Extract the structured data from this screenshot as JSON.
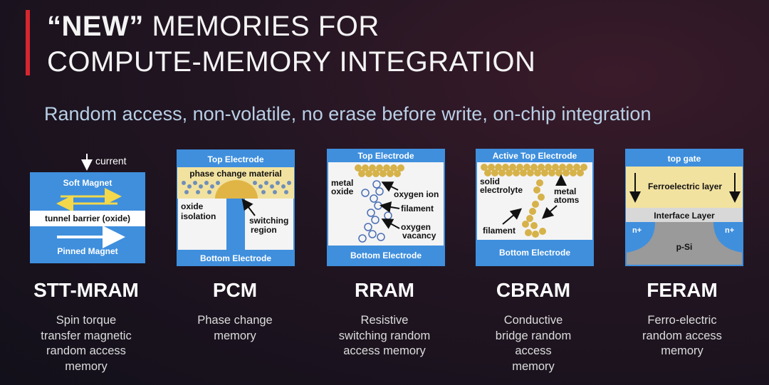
{
  "header": {
    "title_bold": "“NEW”",
    "title_line1_rest": " MEMORIES FOR",
    "title_line2": "COMPUTE-MEMORY INTEGRATION",
    "subtitle": "Random access, non-volatile, no erase before write, on-chip integration",
    "accent_color": "#d6262f"
  },
  "colors": {
    "electrode_blue": "#3f8fdd",
    "layer_yellow": "#f2e2a0",
    "atom_gold": "#d6b24a"
  },
  "memories": [
    {
      "name": "STT-MRAM",
      "description": [
        "Spin torque",
        "transfer magnetic",
        "random access",
        "memory"
      ],
      "labels": {
        "current": "current",
        "soft_magnet": "Soft Magnet",
        "tunnel_barrier": "tunnel barrier (oxide)",
        "pinned_magnet": "Pinned Magnet"
      }
    },
    {
      "name": "PCM",
      "description": [
        "Phase change",
        "memory"
      ],
      "labels": {
        "top": "Top Electrode",
        "phase_change": "phase change material",
        "oxide_isolation_1": "oxide",
        "oxide_isolation_2": "isolation",
        "switching_1": "switching",
        "switching_2": "region",
        "bottom": "Bottom Electrode"
      }
    },
    {
      "name": "RRAM",
      "description": [
        "Resistive",
        "switching random",
        "access memory"
      ],
      "labels": {
        "top": "Top Electrode",
        "metal_oxide_1": "metal",
        "metal_oxide_2": "oxide",
        "oxygen_ion": "oxygen ion",
        "filament": "filament",
        "vacancy_1": "oxygen",
        "vacancy_2": "vacancy",
        "bottom": "Bottom Electrode"
      }
    },
    {
      "name": "CBRAM",
      "description": [
        "Conductive",
        "bridge random",
        "access",
        "memory"
      ],
      "labels": {
        "top": "Active Top Electrode",
        "solid_1": "solid",
        "solid_2": "electrolyte",
        "metal_atoms_1": "metal",
        "metal_atoms_2": "atoms",
        "filament": "filament",
        "bottom": "Bottom Electrode"
      }
    },
    {
      "name": "FERAM",
      "description": [
        "Ferro-electric",
        "random access",
        "memory"
      ],
      "labels": {
        "top_gate": "top gate",
        "ferro_layer": "Ferroelectric layer",
        "interface": "Interface Layer",
        "n_plus_left": "n+",
        "n_plus_right": "n+",
        "substrate": "p-Si"
      }
    }
  ]
}
